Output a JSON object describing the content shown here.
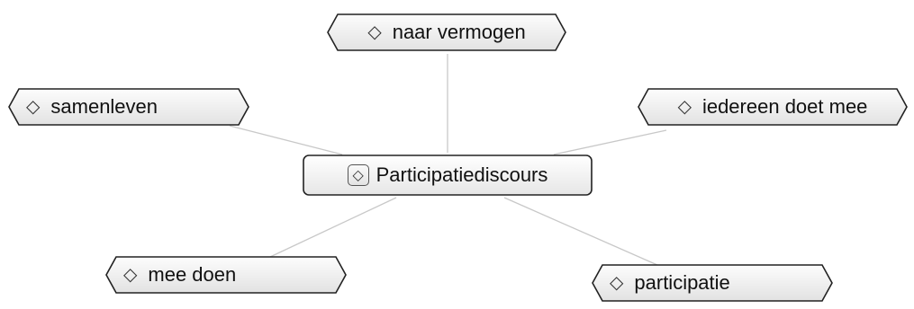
{
  "diagram": {
    "central_node": {
      "label": "Participatiediscours",
      "icon": "diamond-in-square-icon"
    },
    "nodes": [
      {
        "id": "naar-vermogen",
        "label": "naar vermogen",
        "icon": "diamond-outline-icon"
      },
      {
        "id": "samenleven",
        "label": "samenleven",
        "icon": "diamond-outline-icon"
      },
      {
        "id": "iedereen-doet-mee",
        "label": "iedereen doet mee",
        "icon": "diamond-outline-icon"
      },
      {
        "id": "mee-doen",
        "label": "mee doen",
        "icon": "diamond-outline-icon"
      },
      {
        "id": "participatie",
        "label": "participatie",
        "icon": "diamond-outline-icon"
      }
    ],
    "edges": [
      [
        "participatiediscours",
        "naar-vermogen"
      ],
      [
        "participatiediscours",
        "samenleven"
      ],
      [
        "participatiediscours",
        "iedereen-doet-mee"
      ],
      [
        "participatiediscours",
        "mee-doen"
      ],
      [
        "participatiediscours",
        "participatie"
      ]
    ]
  }
}
